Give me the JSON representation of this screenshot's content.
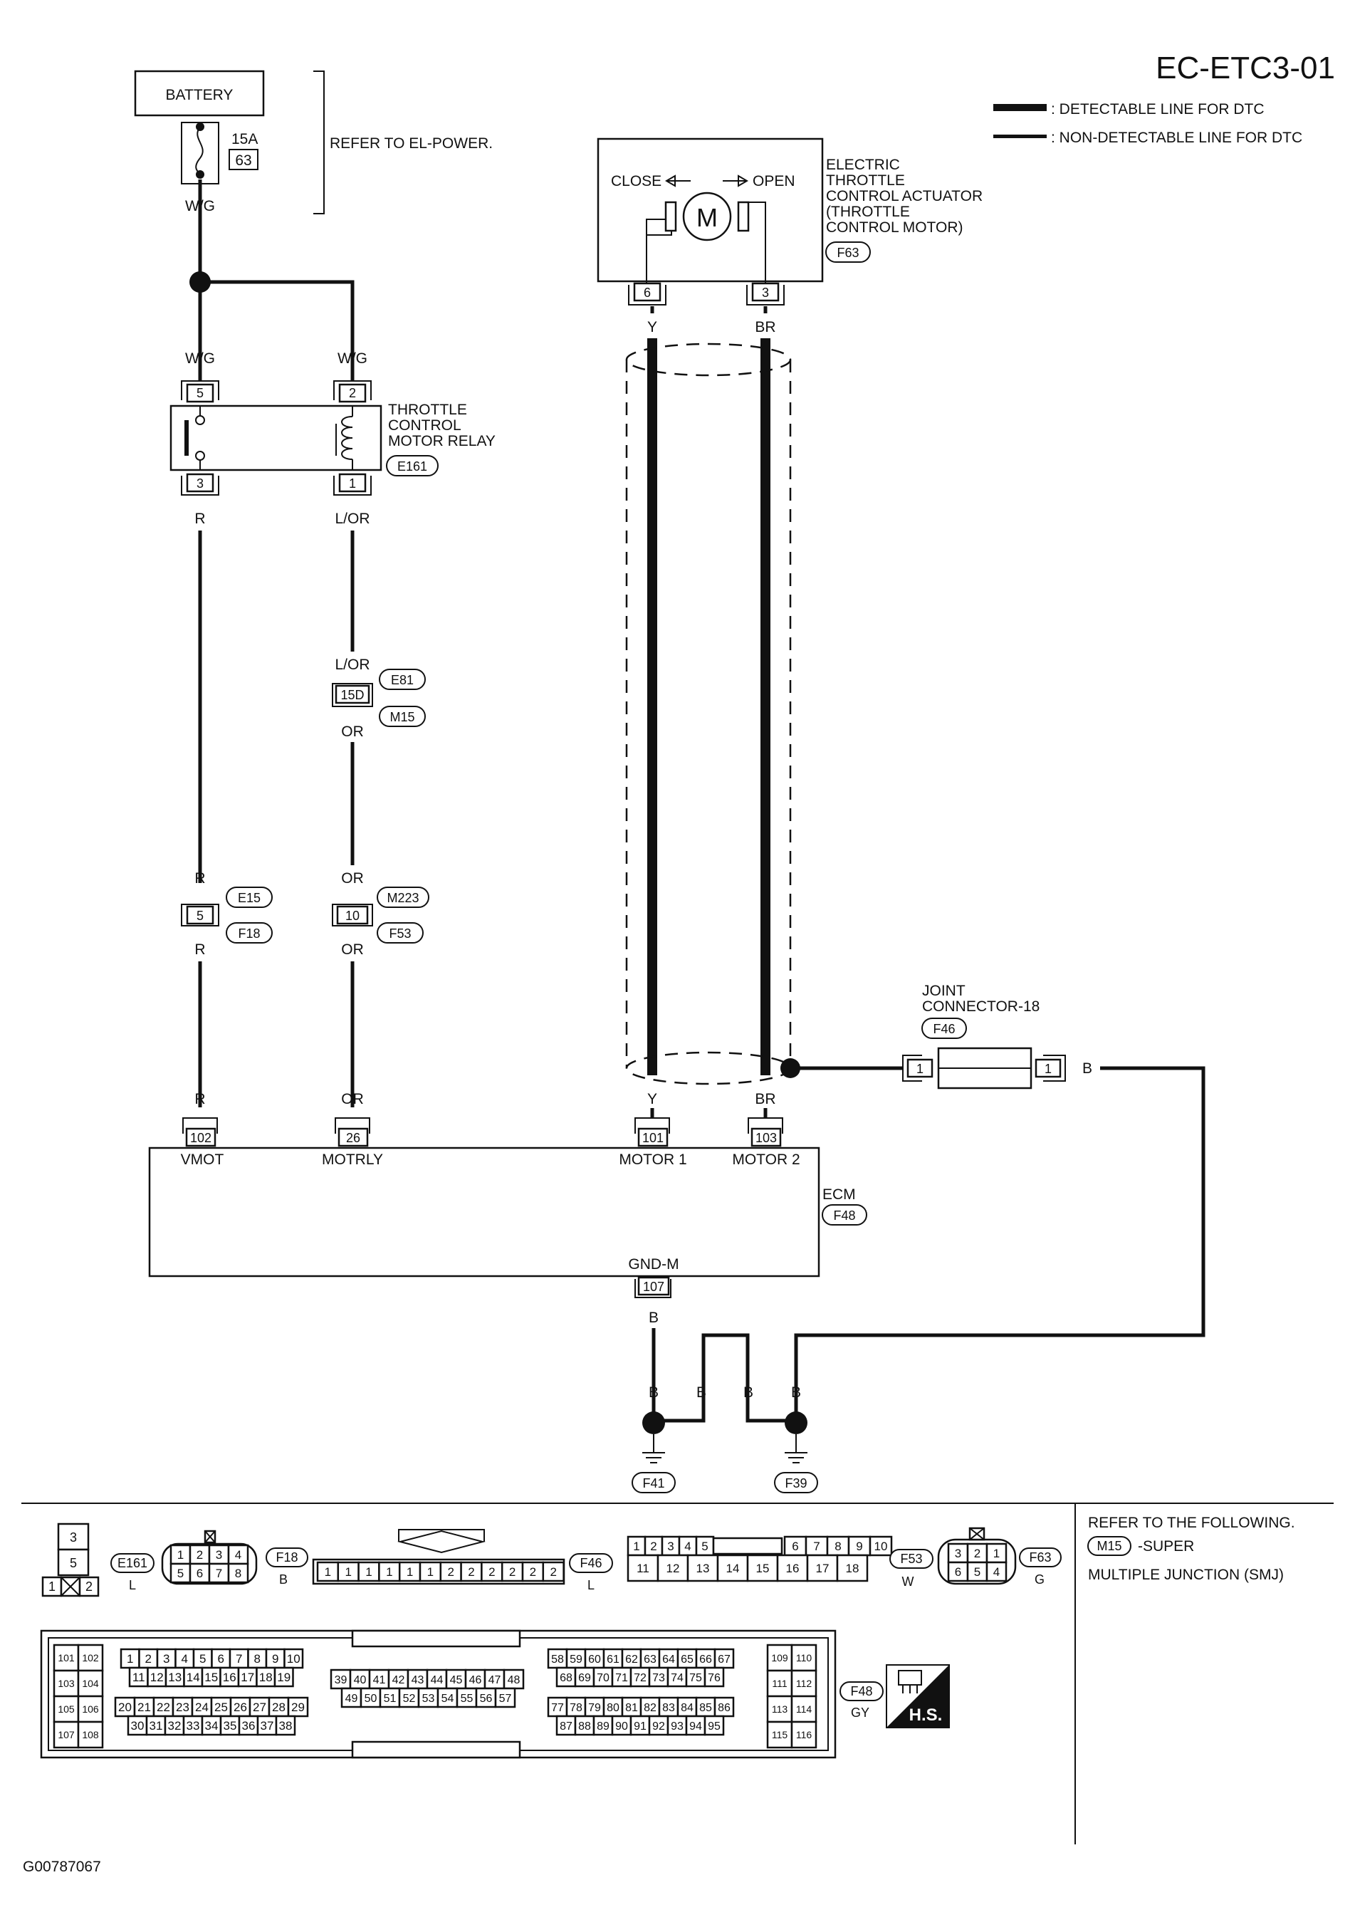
{
  "title": "EC-ETC3-01",
  "legend": {
    "detectable": ": DETECTABLE LINE FOR DTC",
    "non_detectable": ": NON-DETECTABLE LINE FOR DTC"
  },
  "battery": {
    "label": "BATTERY",
    "fuse_rating": "15A",
    "fuse_no": "63",
    "wire": "W/G",
    "note": "REFER TO EL-POWER."
  },
  "relay": {
    "name": [
      "THROTTLE",
      "CONTROL",
      "MOTOR RELAY"
    ],
    "connector": "E161",
    "pins": {
      "p5": "5",
      "p3": "3",
      "p2": "2",
      "p1": "1"
    },
    "wires": {
      "in_left": "W/G",
      "in_right": "W/G",
      "out_left": "R",
      "out_right": "L/OR"
    }
  },
  "actuator": {
    "name": [
      "ELECTRIC",
      "THROTTLE",
      "CONTROL ACTUATOR",
      "(THROTTLE",
      "CONTROL MOTOR)"
    ],
    "connector": "F63",
    "close": "CLOSE",
    "open": "OPEN",
    "motor": "M",
    "pins": {
      "a": "6",
      "b": "3"
    },
    "wires": {
      "a": "Y",
      "b": "BR"
    }
  },
  "inline": {
    "e81": {
      "top_wire": "L/OR",
      "pin": "15D",
      "c1": "E81",
      "c2": "M15",
      "bottom_wire": "OR"
    },
    "e15": {
      "top_wire": "R",
      "pin": "5",
      "c1": "E15",
      "c2": "F18",
      "bottom_wire": "R"
    },
    "m223": {
      "top_wire": "OR",
      "pin": "10",
      "c1": "M223",
      "c2": "F53",
      "bottom_wire": "OR"
    }
  },
  "joint": {
    "name": [
      "JOINT",
      "CONNECTOR-18"
    ],
    "connector": "F46",
    "pin_l": "1",
    "pin_r": "1",
    "wire": "B"
  },
  "ecm": {
    "label": "ECM",
    "connector": "F48",
    "pins": [
      {
        "wire": "R",
        "pin": "102",
        "name": "VMOT"
      },
      {
        "wire": "OR",
        "pin": "26",
        "name": "MOTRLY"
      },
      {
        "wire": "Y",
        "pin": "101",
        "name": "MOTOR 1"
      },
      {
        "wire": "BR",
        "pin": "103",
        "name": "MOTOR 2"
      }
    ],
    "gnd": {
      "name": "GND-M",
      "pin": "107",
      "wire": "B"
    }
  },
  "grounds": {
    "wires": [
      "B",
      "B",
      "B",
      "B"
    ],
    "g1": "F41",
    "g2": "F39"
  },
  "connectors": {
    "e161": {
      "id": "E161",
      "color": "L",
      "pins": [
        "3",
        "5",
        "1",
        "2"
      ]
    },
    "f18": {
      "id": "F18",
      "color": "B",
      "top": [
        "1",
        "2",
        "3",
        "4"
      ],
      "bottom": [
        "5",
        "6",
        "7",
        "8"
      ]
    },
    "f46": {
      "id": "F46",
      "color": "L",
      "pins": [
        "1",
        "1",
        "1",
        "1",
        "1",
        "1",
        "2",
        "2",
        "2",
        "2",
        "2",
        "2"
      ]
    },
    "f53": {
      "id": "F53",
      "color": "W",
      "top": [
        "1",
        "2",
        "3",
        "4",
        "5",
        "6",
        "7",
        "8",
        "9",
        "10"
      ],
      "bottom": [
        "11",
        "12",
        "13",
        "14",
        "15",
        "16",
        "17",
        "18"
      ]
    },
    "f63": {
      "id": "F63",
      "color": "G",
      "top": [
        "3",
        "2",
        "1"
      ],
      "bottom": [
        "6",
        "5",
        "4"
      ]
    },
    "f48": {
      "id": "F48",
      "color": "GY",
      "col_a": [
        "101",
        "102",
        "103",
        "104",
        "105",
        "106",
        "107",
        "108"
      ],
      "row1": [
        "1",
        "2",
        "3",
        "4",
        "5",
        "6",
        "7",
        "8",
        "9",
        "10"
      ],
      "row2": [
        "11",
        "12",
        "13",
        "14",
        "15",
        "16",
        "17",
        "18",
        "19"
      ],
      "row3": [
        "20",
        "21",
        "22",
        "23",
        "24",
        "25",
        "26",
        "27",
        "28",
        "29"
      ],
      "row4": [
        "30",
        "31",
        "32",
        "33",
        "34",
        "35",
        "36",
        "37",
        "38"
      ],
      "mid1": [
        "39",
        "40",
        "41",
        "42",
        "43",
        "44",
        "45",
        "46",
        "47",
        "48"
      ],
      "mid2": [
        "49",
        "50",
        "51",
        "52",
        "53",
        "54",
        "55",
        "56",
        "57"
      ],
      "row5": [
        "58",
        "59",
        "60",
        "61",
        "62",
        "63",
        "64",
        "65",
        "66",
        "67"
      ],
      "row6": [
        "68",
        "69",
        "70",
        "71",
        "72",
        "73",
        "74",
        "75",
        "76"
      ],
      "row7": [
        "77",
        "78",
        "79",
        "80",
        "81",
        "82",
        "83",
        "84",
        "85",
        "86"
      ],
      "row8": [
        "87",
        "88",
        "89",
        "90",
        "91",
        "92",
        "93",
        "94",
        "95"
      ],
      "col_b": [
        "109",
        "110",
        "111",
        "112",
        "113",
        "114",
        "115",
        "116"
      ]
    },
    "hs": "H.S."
  },
  "refer": {
    "line1": "REFER TO THE FOLLOWING.",
    "badge": "M15",
    "line2": "-SUPER",
    "line3": "MULTIPLE JUNCTION (SMJ)"
  },
  "footer_code": "G00787067"
}
